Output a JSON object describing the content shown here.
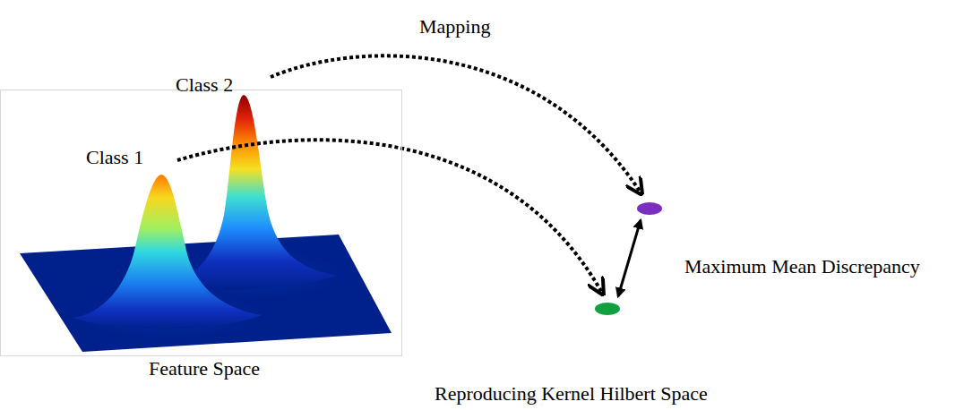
{
  "diagram": {
    "nodes": [
      {
        "text": [
          "Feature Space"
        ]
      }
    ],
    "labels": [
      "Mapping",
      "Class 2",
      "Class 1",
      "Maximum Mean Discrepancy",
      "Reproducing Kernel Hilbert Space"
    ]
  }
}
